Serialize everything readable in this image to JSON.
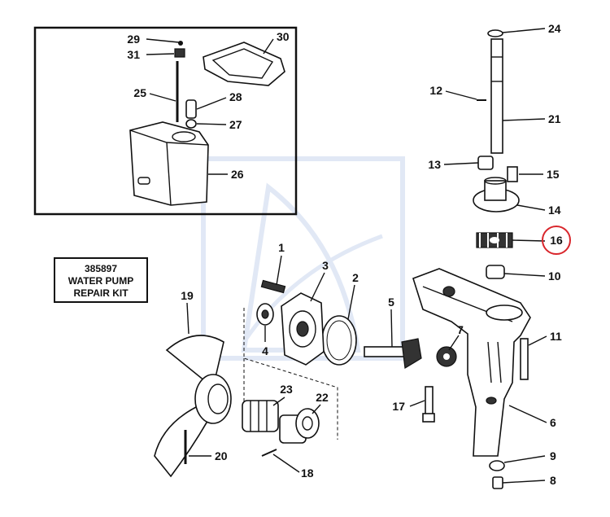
{
  "callouts": {
    "c1": "1",
    "c2": "2",
    "c3": "3",
    "c4": "4",
    "c5": "5",
    "c6": "6",
    "c7": "7",
    "c8": "8",
    "c9": "9",
    "c10": "10",
    "c11": "11",
    "c12": "12",
    "c13": "13",
    "c14": "14",
    "c15": "15",
    "c16": "16",
    "c17": "17",
    "c18": "18",
    "c19": "19",
    "c20": "20",
    "c21": "21",
    "c22": "22",
    "c23": "23",
    "c24": "24",
    "c25": "25",
    "c26": "26",
    "c27": "27",
    "c28": "28",
    "c29": "29",
    "c30": "30",
    "c31": "31"
  },
  "kit_box": {
    "line1": "385897",
    "line2": "WATER PUMP",
    "line3": "REPAIR KIT"
  },
  "colors": {
    "highlight_circle": "#d9262c",
    "watermark": "#c9d6ee"
  }
}
